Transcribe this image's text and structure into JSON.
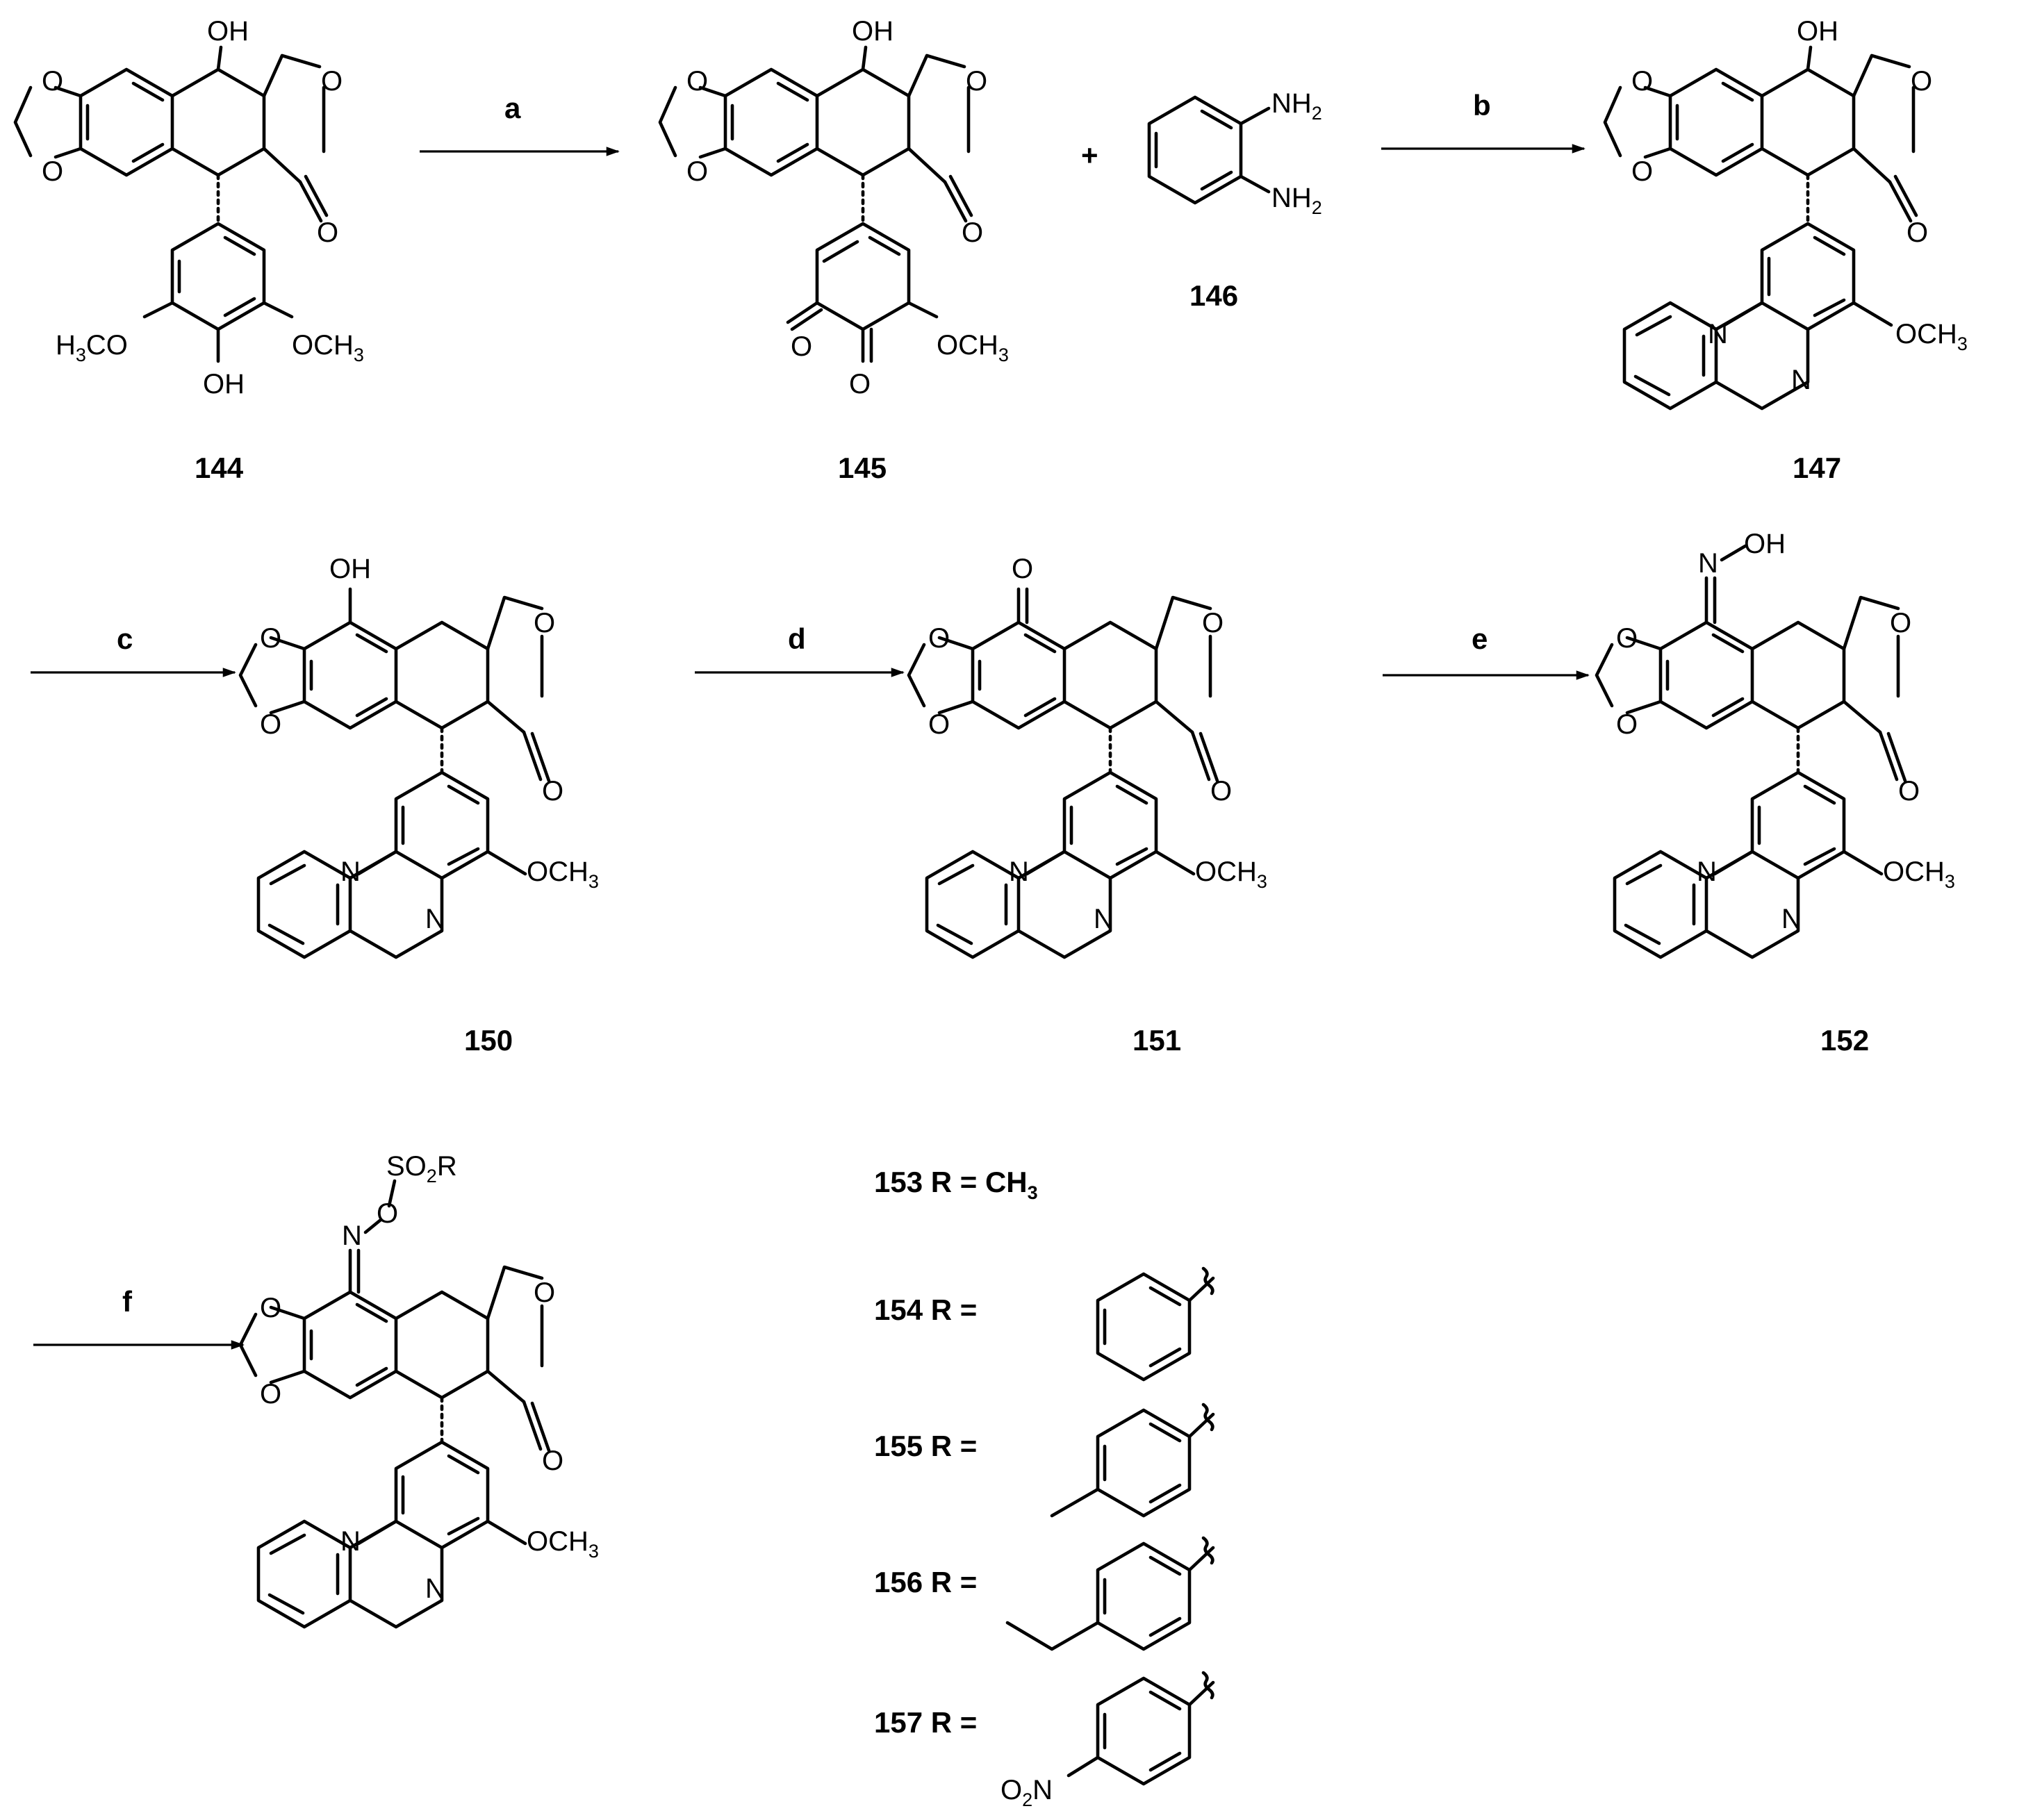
{
  "scheme": {
    "reagents": [
      "a",
      "b",
      "c",
      "d",
      "e",
      "f"
    ],
    "plus": "+",
    "compounds": {
      "c144": "144",
      "c145": "145",
      "c146": "146",
      "c147": "147",
      "c150": "150",
      "c151": "151",
      "c152": "152"
    },
    "atoms": {
      "O": "O",
      "N": "N",
      "OH": "OH",
      "OCH": "OCH",
      "H": "H",
      "CO": "CO",
      "NH": "NH",
      "SO": "SO",
      "R": "R",
      "sub2": "2",
      "sub3": "3"
    },
    "r_groups": [
      {
        "label": "153 R = CH",
        "sub": "3"
      },
      {
        "label": "154 R ="
      },
      {
        "label": "155 R ="
      },
      {
        "label": "156 R ="
      },
      {
        "label": "157 R ="
      }
    ]
  }
}
